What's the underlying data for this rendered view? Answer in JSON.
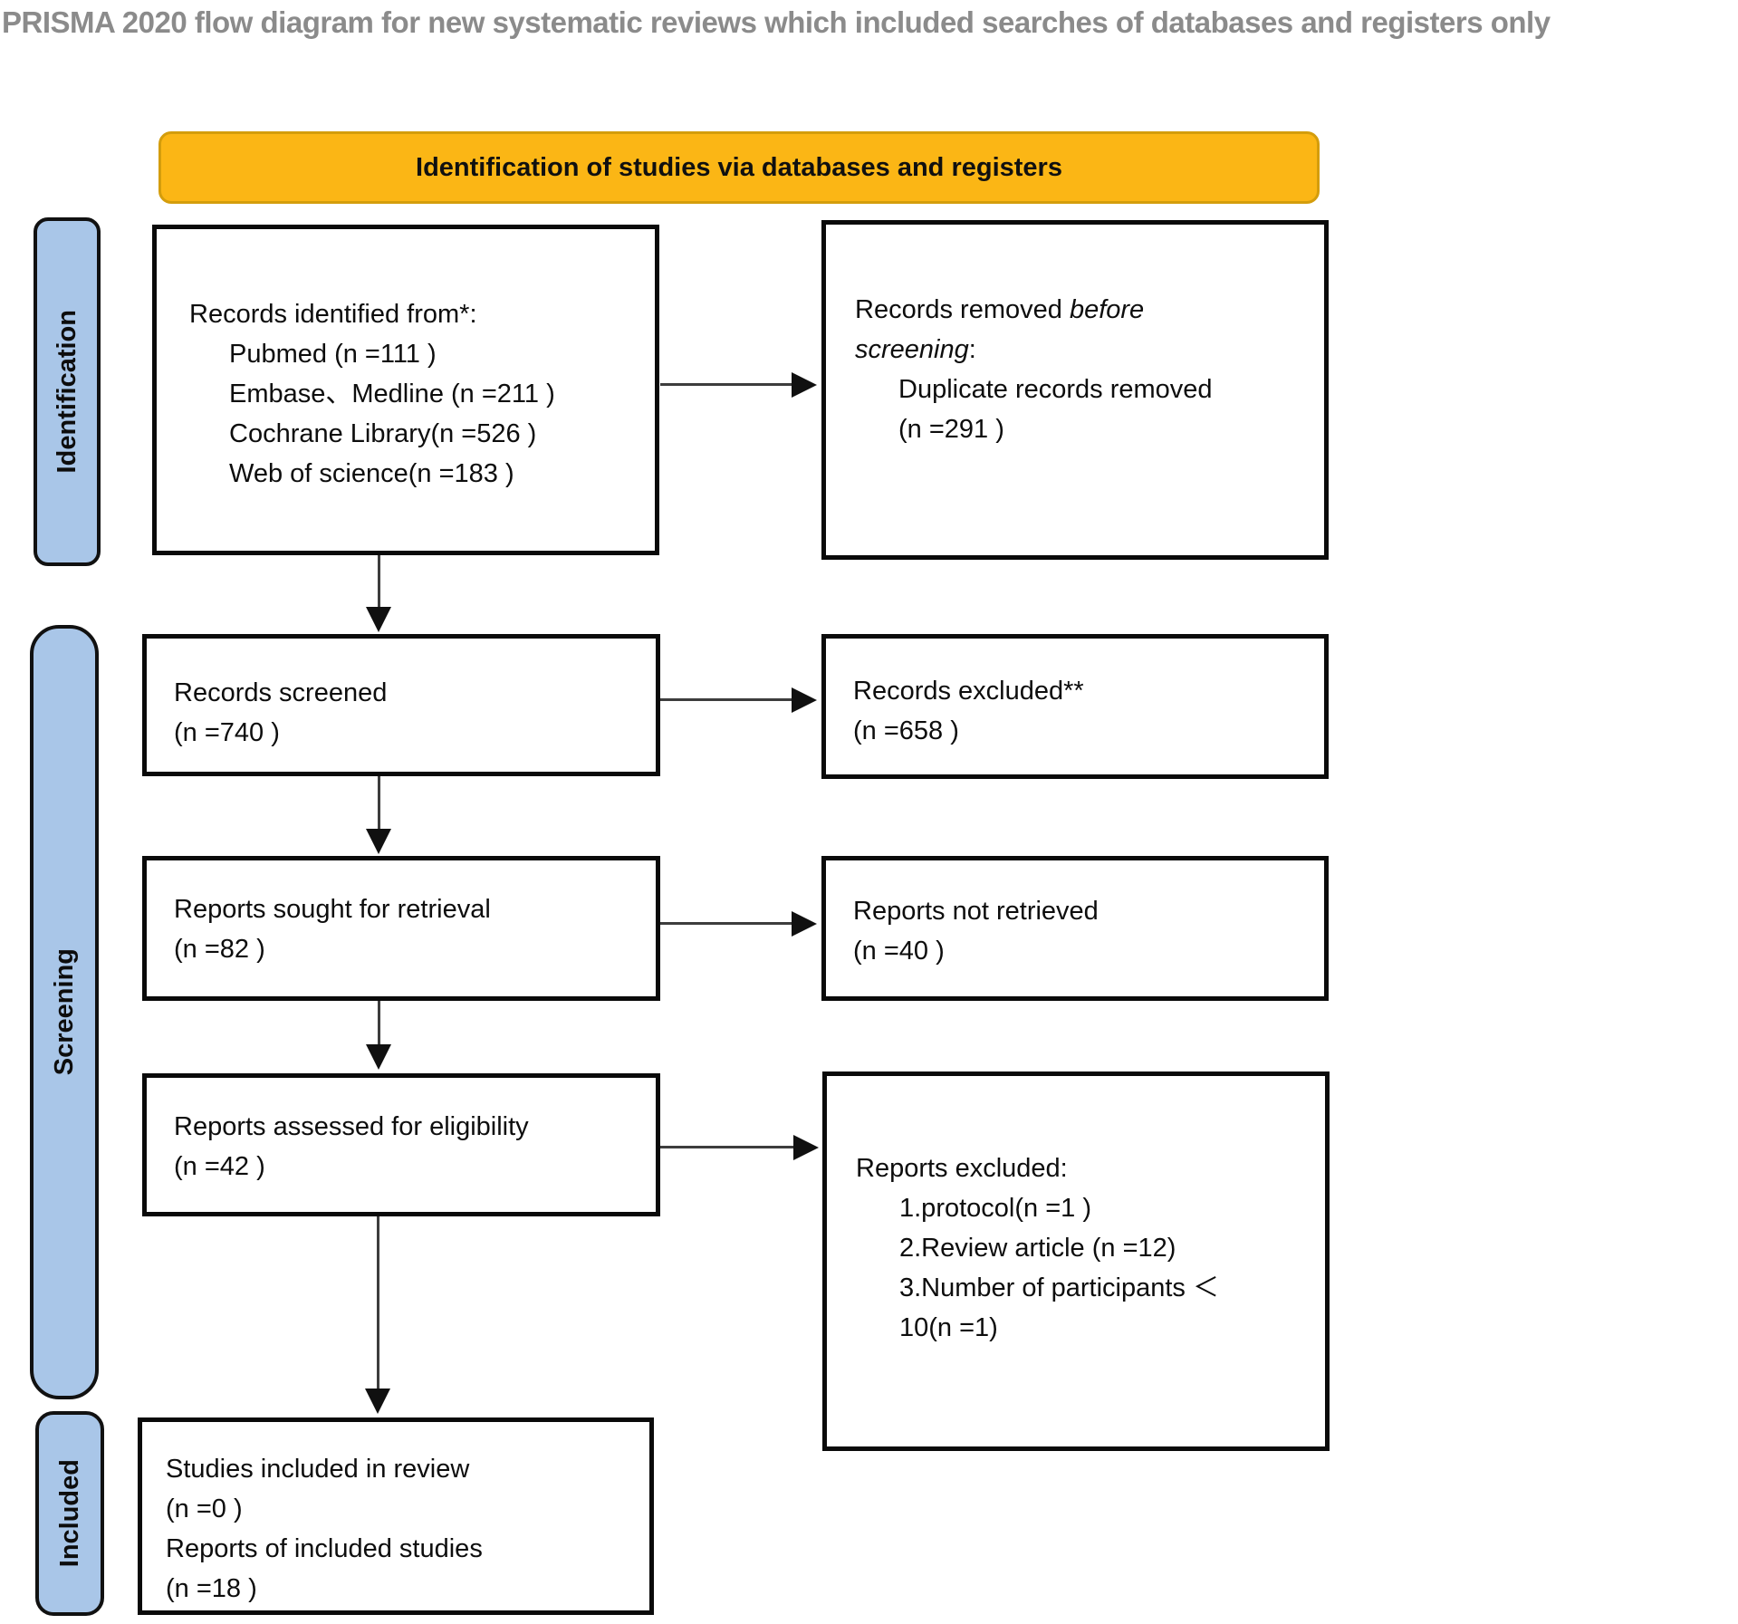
{
  "title": "PRISMA 2020 flow diagram for new systematic reviews which included searches of databases and registers only",
  "banner": "Identification of studies via databases and registers",
  "stages": {
    "identification": "Identification",
    "screening": "Screening",
    "included": "Included"
  },
  "boxes": {
    "records_identified": {
      "lines": [
        "Records identified from*:",
        "Pubmed (n =111 )",
        "Embase、Medline (n =211 )",
        "Cochrane Library(n =526 )",
        "Web of science(n =183 )"
      ]
    },
    "records_removed": {
      "normal": "Records removed ",
      "italic1": "before",
      "italic2": "screening",
      "colon": ":",
      "detail_lines": [
        "Duplicate records removed",
        "(n =291 )"
      ]
    },
    "records_screened": {
      "lines": [
        "Records screened",
        "(n =740 )"
      ]
    },
    "records_excluded": {
      "lines": [
        "Records excluded**",
        "(n =658 )"
      ]
    },
    "reports_sought": {
      "lines": [
        "Reports sought for retrieval",
        "(n =82 )"
      ]
    },
    "reports_not_retrieved": {
      "lines": [
        "Reports not retrieved",
        "(n =40 )"
      ]
    },
    "reports_assessed": {
      "lines": [
        "Reports assessed for eligibility",
        "(n =42 )"
      ]
    },
    "reports_excluded": {
      "header": "Reports excluded:",
      "items": [
        "1.protocol(n =1 )",
        "2.Review article (n =12)",
        "3.Number of participants ＜",
        "10(n =1)"
      ]
    },
    "studies_included": {
      "lines": [
        "Studies included in review",
        "(n =0 )",
        "Reports of included studies",
        "(n =18 )"
      ]
    }
  },
  "colors": {
    "banner_fill": "#FBB615",
    "banner_border": "#D49D0C",
    "stage_fill": "#A9C6E8",
    "stage_border": "#111111",
    "box_border": "#0A0A0A",
    "title_color": "#8B8B8B",
    "arrow_color": "#3D3D3D"
  }
}
